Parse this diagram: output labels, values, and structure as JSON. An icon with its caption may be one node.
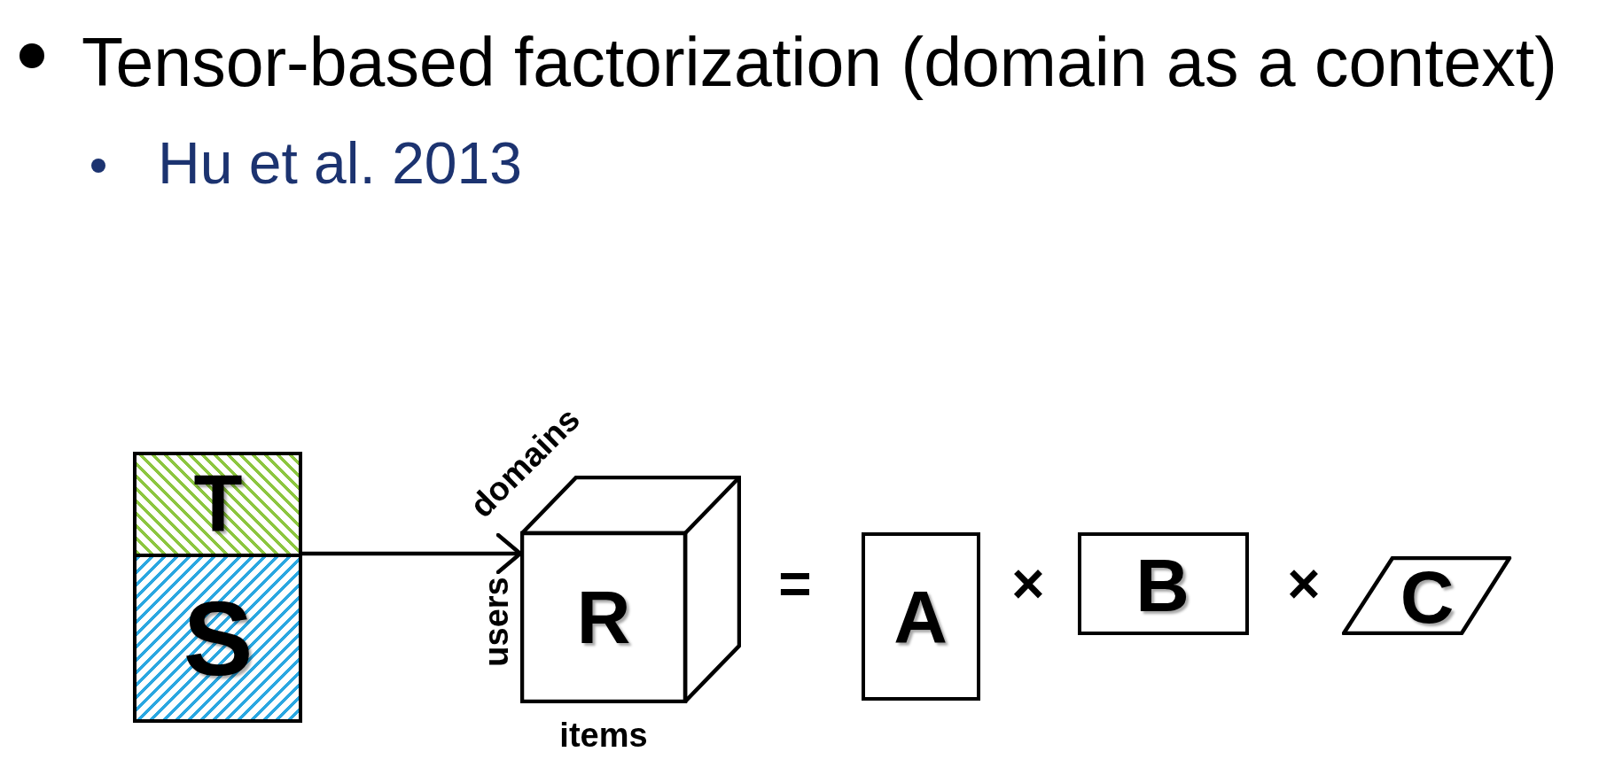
{
  "diagram": {
    "title": "Tensor-based factorization (domain as a context)",
    "nodes": [
      {
        "text": [
          "S"
        ]
      },
      {
        "text": [
          "T"
        ]
      },
      {
        "text": [
          "R"
        ],
        "beside": [
          "domains",
          "users",
          "items"
        ]
      },
      {
        "text": [
          "A"
        ]
      },
      {
        "text": [
          "B"
        ]
      },
      {
        "text": [
          "C"
        ]
      }
    ],
    "edges": [
      {
        "from": 0,
        "to": 2,
        "arrow": "to"
      },
      {
        "from": 1,
        "to": 2,
        "arrow": "to"
      }
    ],
    "labels": [
      "Hu et al. 2013",
      "=",
      "×",
      "×"
    ]
  }
}
